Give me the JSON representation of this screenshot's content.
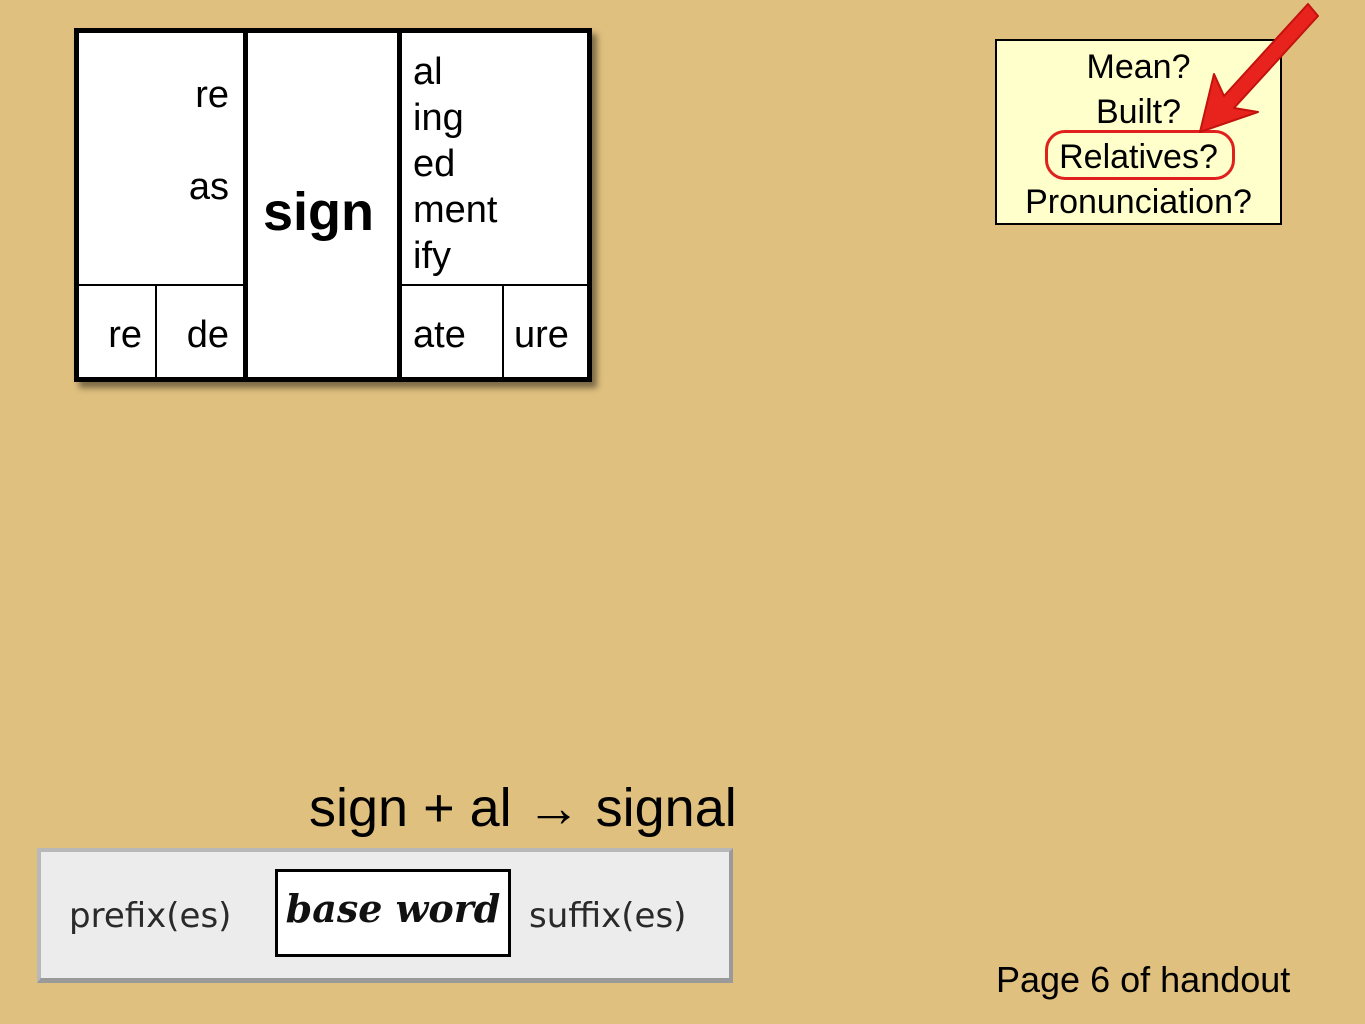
{
  "matrix": {
    "prefixes_top": [
      "re",
      "as"
    ],
    "base": "sign",
    "suffixes_top": [
      "al",
      "ing",
      "ed",
      "ment",
      "ify"
    ],
    "prefixes_bottom": [
      "re",
      "de"
    ],
    "suffixes_bottom": [
      "ate",
      "ure"
    ]
  },
  "questions": {
    "items": [
      "Mean?",
      "Built?",
      "Relatives?",
      "Pronunciation?"
    ],
    "highlighted": "Relatives?",
    "highlight_color": "#e0201c"
  },
  "equation": "sign + al → signal",
  "legend": {
    "prefix_label": "prefix(es)",
    "base_label": "base word",
    "suffix_label": "suffix(es)"
  },
  "footer": {
    "page_note": "Page 6 of handout"
  },
  "colors": {
    "background": "#dfc07f",
    "question_box": "#ffffcc",
    "arrow": "#e8231d"
  }
}
